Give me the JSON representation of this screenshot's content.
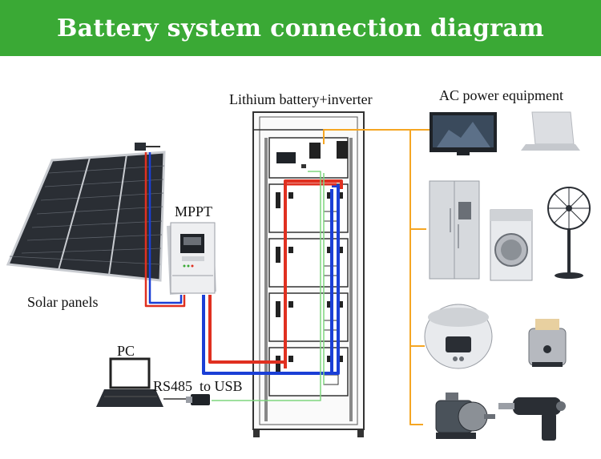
{
  "title": "Battery system connection diagram",
  "labels": {
    "battery_inverter": "Lithium battery+inverter",
    "ac_equipment": "AC power equipment",
    "mppt": "MPPT",
    "solar": "Solar panels",
    "pc": "PC",
    "rs485": "RS485  to USB"
  },
  "colors": {
    "banner": "#3aa935",
    "dc_positive": "#e03020",
    "dc_negative": "#1a3fd6",
    "ac_line": "#f5a623",
    "comm_line": "#7ed67e"
  },
  "icons": [
    "solar-panel-icon",
    "mppt-controller-icon",
    "laptop-icon",
    "usb-adapter-icon",
    "battery-cabinet-icon",
    "tv-icon",
    "laptop-computer-icon",
    "refrigerator-icon",
    "washing-machine-icon",
    "fan-icon",
    "rice-cooker-icon",
    "toaster-icon",
    "electric-motor-icon",
    "drill-icon"
  ]
}
